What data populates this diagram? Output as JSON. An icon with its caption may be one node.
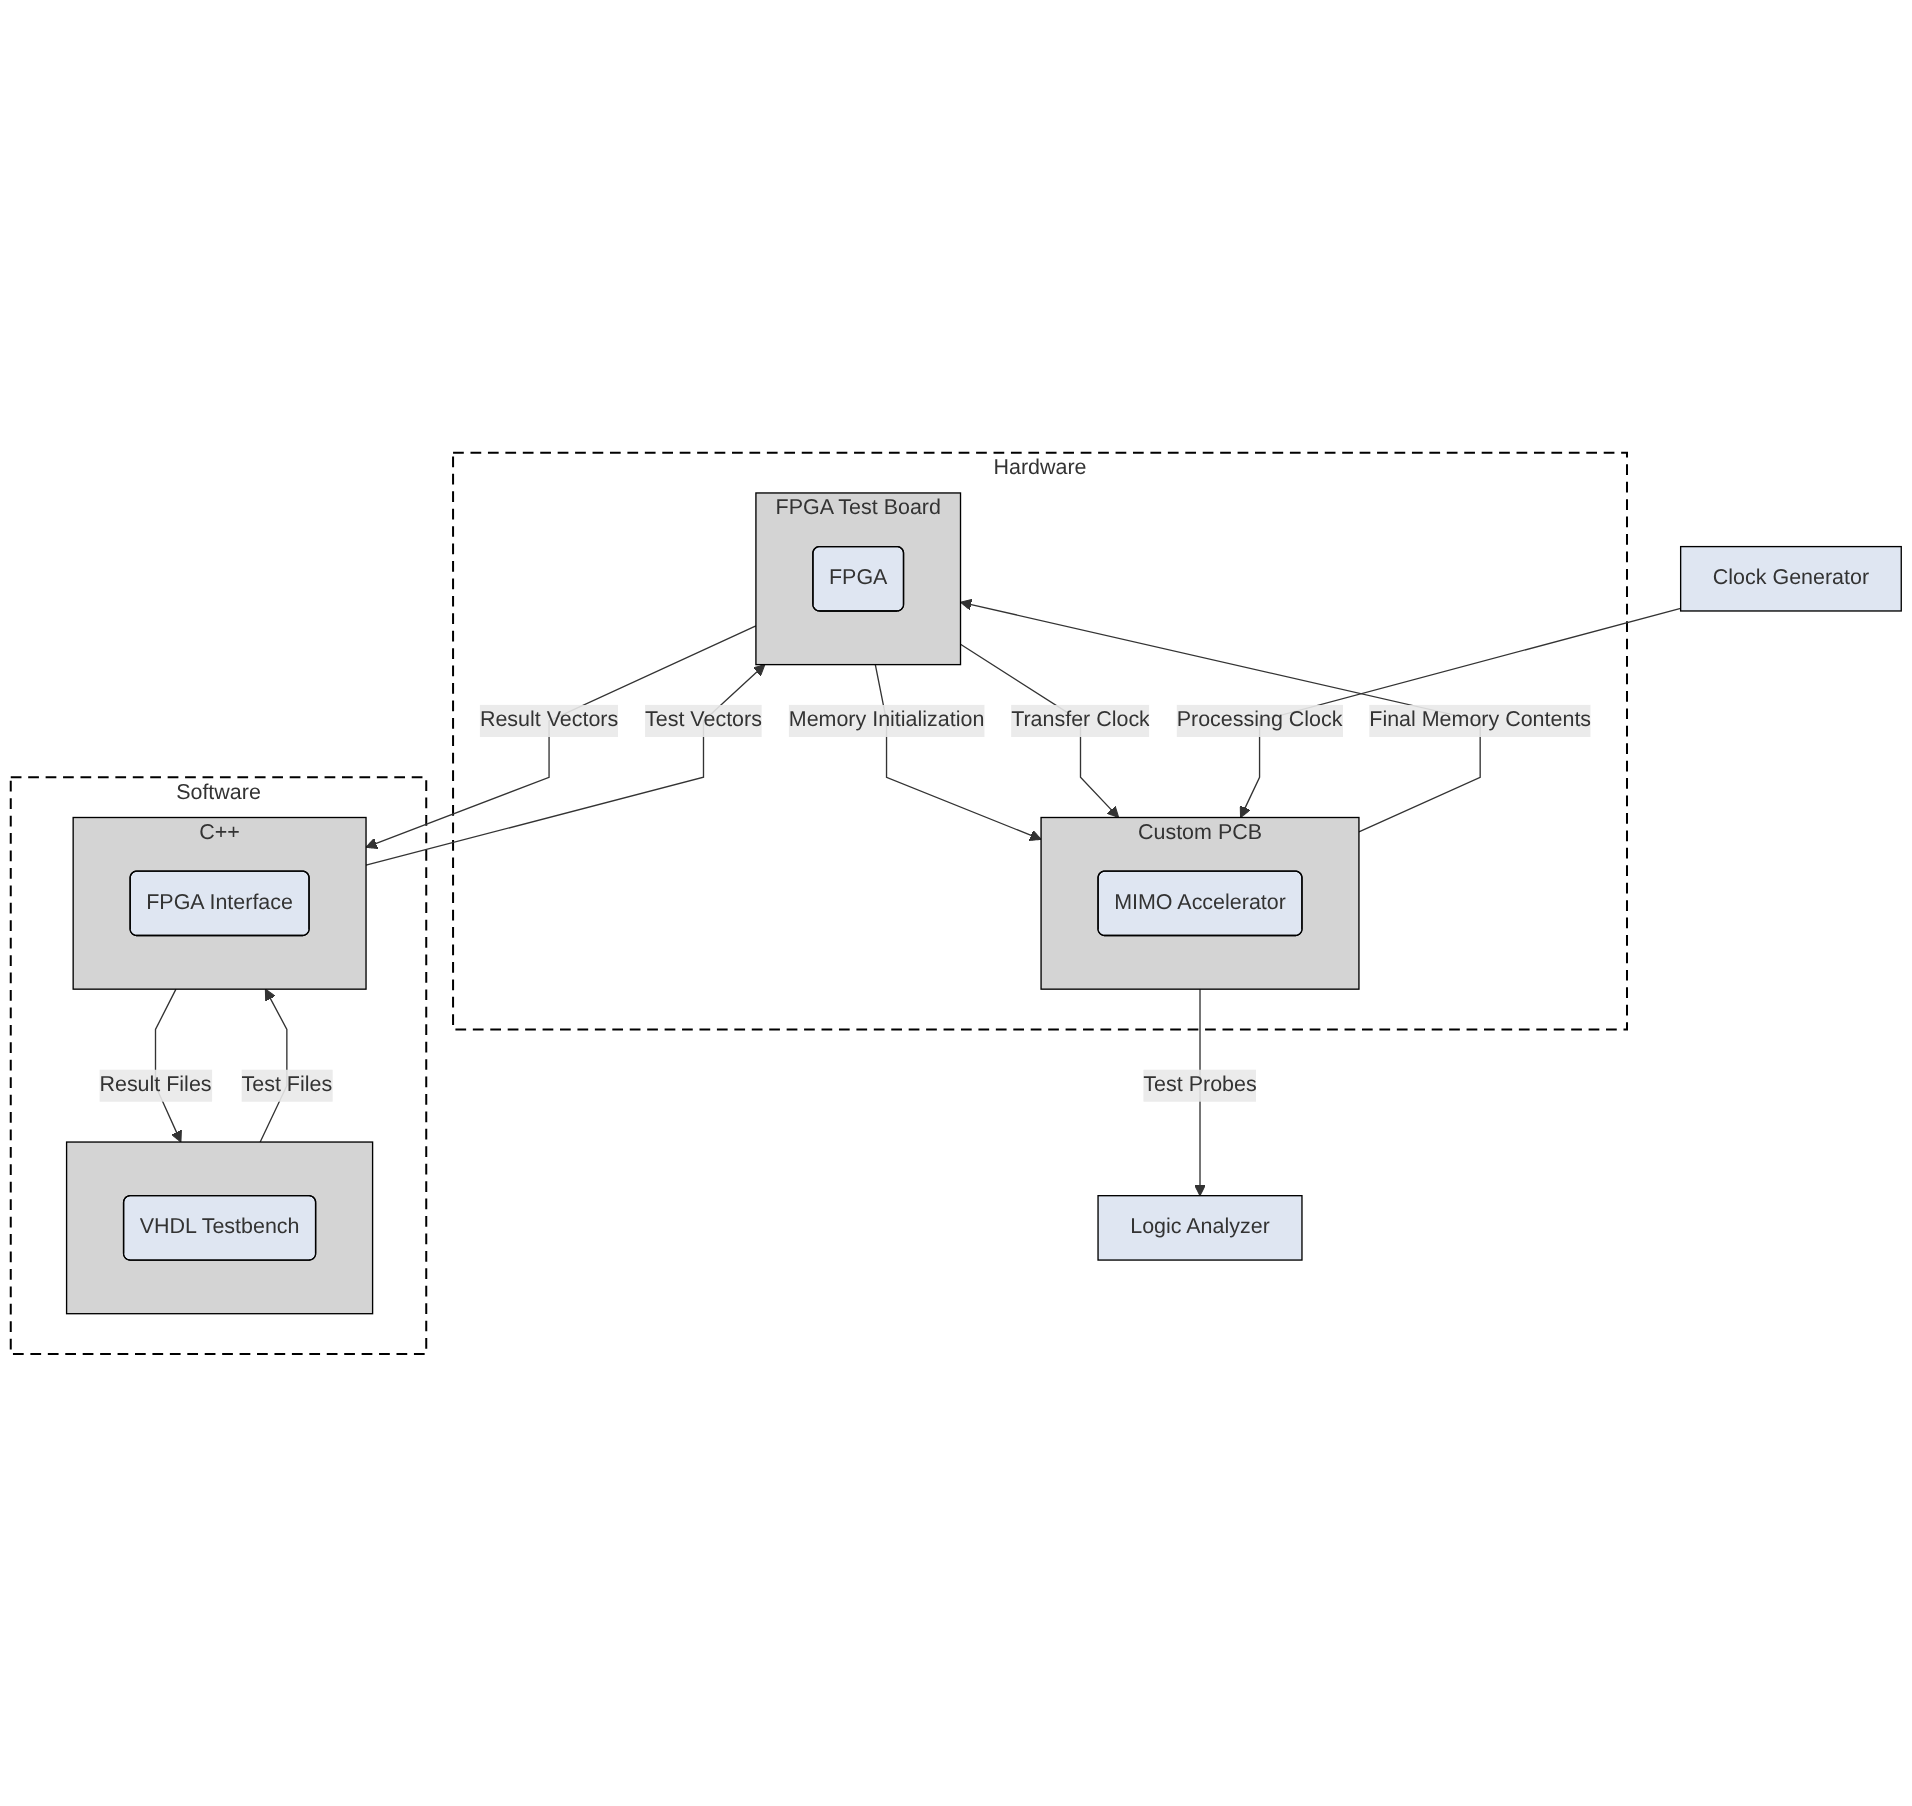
{
  "diagram": {
    "nodes": [
      {
        "text": [
          "Software"
        ]
      },
      {
        "text": [],
        "shape": "box",
        "in": 0
      },
      {
        "text": [
          "VHDL Testbench"
        ],
        "in": 1
      },
      {
        "text": [
          "C++"
        ],
        "in": 0
      },
      {
        "text": [
          "FPGA Interface"
        ],
        "in": 3
      },
      {
        "text": [
          "Hardware"
        ]
      },
      {
        "text": [
          "Custom PCB"
        ],
        "in": 5
      },
      {
        "text": [
          "MIMO Accelerator"
        ],
        "in": 6
      },
      {
        "text": [
          "FPGA Test Board"
        ],
        "in": 5
      },
      {
        "text": [
          "FPGA"
        ],
        "in": 8
      },
      {
        "text": [
          "Logic Analyzer"
        ]
      },
      {
        "text": [
          "Clock Generator"
        ]
      }
    ],
    "edges": [
      {
        "from": 1,
        "to": 3,
        "arrow": "to",
        "label": "Test Files"
      },
      {
        "from": 3,
        "to": 1,
        "arrow": "to",
        "label": "Result Files"
      },
      {
        "from": 8,
        "to": 3,
        "arrow": "to",
        "label": "Result Vectors"
      },
      {
        "from": 3,
        "to": 8,
        "arrow": "to",
        "label": "Test Vectors"
      },
      {
        "from": 6,
        "to": 8,
        "arrow": "to",
        "label": "Final Memory Contents"
      },
      {
        "from": 8,
        "to": 6,
        "arrow": "to",
        "label": "Memory Initialization"
      },
      {
        "from": 8,
        "to": 6,
        "arrow": "to",
        "label": "Transfer Clock"
      },
      {
        "from": 6,
        "to": 10,
        "arrow": "to",
        "label": "Test Probes"
      },
      {
        "from": 11,
        "to": 6,
        "arrow": "to",
        "label": "Processing Clock"
      }
    ]
  }
}
